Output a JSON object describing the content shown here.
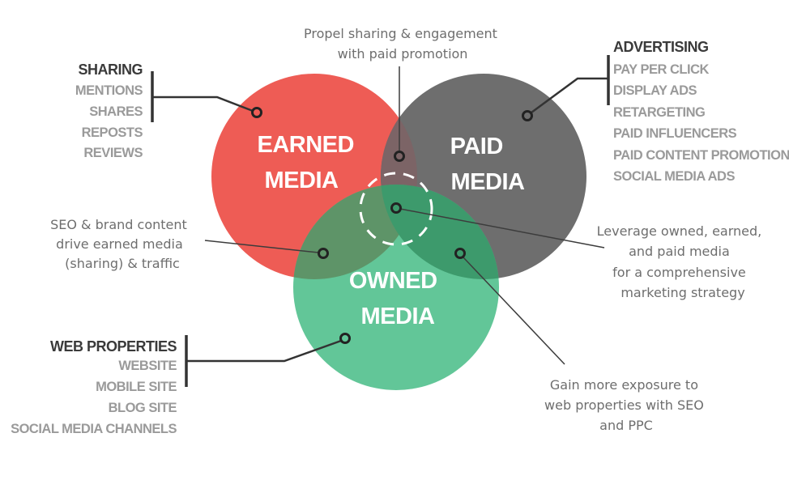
{
  "diagram": {
    "title_note": {
      "lines": [
        "Propel sharing & engagement",
        "with paid promotion"
      ]
    },
    "circles": [
      {
        "id": "earned",
        "lines": [
          "EARNED",
          "MEDIA"
        ],
        "color": "#ee5c55"
      },
      {
        "id": "paid",
        "lines": [
          "PAID",
          "MEDIA"
        ],
        "color": "#6e6e6e"
      },
      {
        "id": "owned",
        "lines": [
          "OWNED",
          "MEDIA"
        ],
        "color": "#5cc494"
      }
    ],
    "overlap_colors": {
      "earned_paid": "#7c6466",
      "earned_owned": "#5e9468",
      "paid_owned": "#3d9a6c"
    },
    "sharing": {
      "heading": "SHARING",
      "items": [
        "MENTIONS",
        "SHARES",
        "REPOSTS",
        "REVIEWS"
      ]
    },
    "advertising": {
      "heading": "ADVERTISING",
      "items": [
        "PAY PER CLICK",
        "DISPLAY ADS",
        "RETARGETING",
        "PAID INFLUENCERS",
        "PAID CONTENT PROMOTION",
        "SOCIAL MEDIA ADS"
      ]
    },
    "web_properties": {
      "heading": "WEB PROPERTIES",
      "items": [
        "WEBSITE",
        "MOBILE SITE",
        "BLOG SITE",
        "SOCIAL MEDIA CHANNELS"
      ]
    },
    "notes": {
      "seo": [
        "SEO & brand content",
        "drive earned media",
        "(sharing) & traffic"
      ],
      "leverage": [
        "Leverage owned, earned,",
        "and paid media",
        "for a comprehensive",
        "marketing strategy"
      ],
      "exposure": [
        "Gain more exposure to",
        "web properties with SEO",
        "and PPC"
      ]
    }
  }
}
